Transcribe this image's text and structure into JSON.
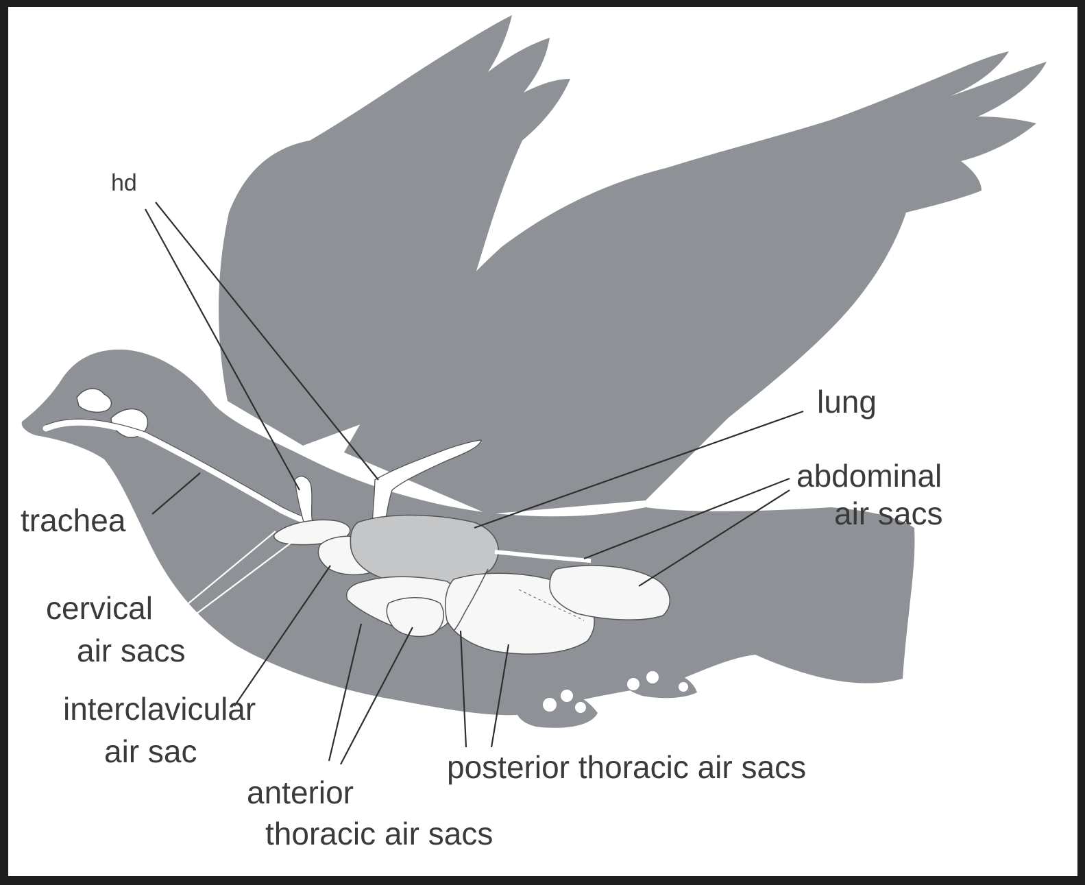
{
  "diagram": {
    "colors": {
      "frame": "#1e1e1e",
      "background": "#ffffff",
      "bird_silhouette": "#8e9296",
      "air_sac_fill": "#f7f7f7",
      "lung_fill": "#c4c6c8",
      "label_text": "#3a3a3a"
    },
    "labels": {
      "hd": "hd",
      "lung": "lung",
      "abdominal_line1": "abdominal",
      "abdominal_line2": "air sacs",
      "trachea": "trachea",
      "cervical_line1": "cervical",
      "cervical_line2": "air sacs",
      "interclavicular_line1": "interclavicular",
      "interclavicular_line2": "air sac",
      "anterior_line1": "anterior",
      "anterior_line2": "thoracic air sacs",
      "posterior": "posterior thoracic air sacs"
    }
  }
}
